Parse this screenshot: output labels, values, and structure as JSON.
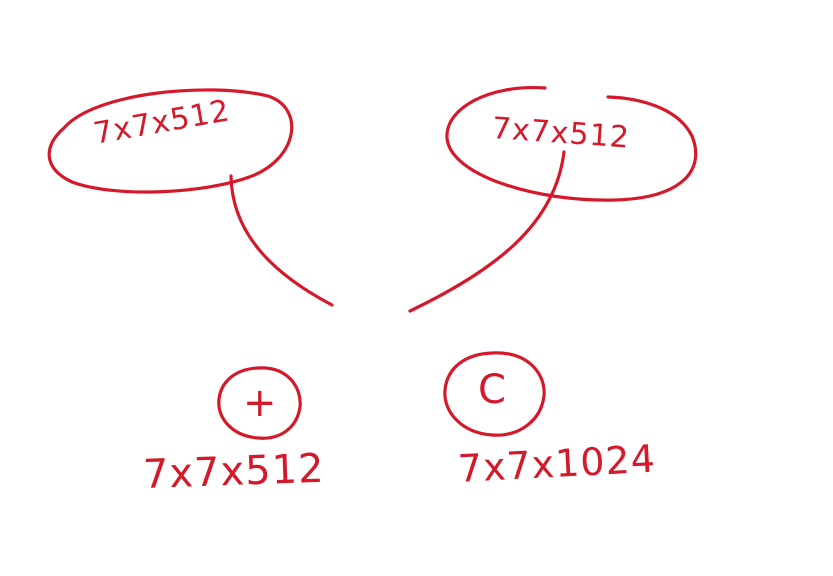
{
  "colors": {
    "ink": "#d4192b",
    "background": "#ffffff"
  },
  "nodes": {
    "input_left": {
      "label": "7x7x512"
    },
    "input_right": {
      "label": "7x7x512"
    }
  },
  "operations": {
    "add": {
      "symbol": "+",
      "icon": "plus-icon",
      "output_label": "7x7x512"
    },
    "concat": {
      "symbol": "C",
      "icon": "concat-icon",
      "output_label": "7x7x1024"
    }
  }
}
